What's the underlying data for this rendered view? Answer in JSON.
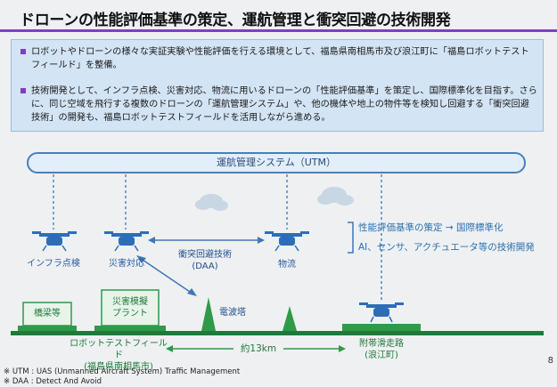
{
  "title": "ドローンの性能評価基準の策定、運航管理と衝突回避の技術開発",
  "bullets": [
    "ロボットやドローンの様々な実証実験や性能評価を行える環境として、福島県南相馬市及び浪江町に「福島ロボットテストフィールド」を整備。",
    "技術開発として、インフラ点検、災害対応、物流に用いるドローンの「性能評価基準」を策定し、国際標準化を目指す。さらに、同じ空域を飛行する複数のドローンの「運航管理システム」や、他の機体や地上の物件等を検知し回避する「衝突回避技術」の開発も、福島ロボットテストフィールドを活用しながら進める。"
  ],
  "diagram": {
    "utm_label": "運航管理システム（UTM）",
    "drones": {
      "infra": "インフラ点検",
      "disaster": "災害対応",
      "logistics": "物流"
    },
    "daa_label": "衝突回避技術\n(DAA)",
    "daa_line1": "衝突回避技術",
    "daa_line2": "(DAA)",
    "radio_tower": "電波塔",
    "bridge": "橋梁等",
    "disaster_plant_line1": "災害模擬",
    "disaster_plant_line2": "プラント",
    "rtf_line1": "ロボットテストフィールド",
    "rtf_line2": "(福島県南相馬市)",
    "distance": "約13km",
    "runway_line1": "附帯滑走路",
    "runway_line2": "(浪江町)",
    "right_note1": "性能評価基準の策定 → 国際標準化",
    "right_note2": "AI、センサ、アクチュエータ等の技術開発"
  },
  "footnotes": [
    "※ UTM : UAS (Unmanned Aircraft System) Traffic Management",
    "※ DAA : Detect And Avoid"
  ],
  "page_number": "8",
  "colors": {
    "accent": "#7f3fbf",
    "box": "#d3e4f5",
    "blue": "#2c5a9a",
    "green": "#2f9a4a"
  }
}
